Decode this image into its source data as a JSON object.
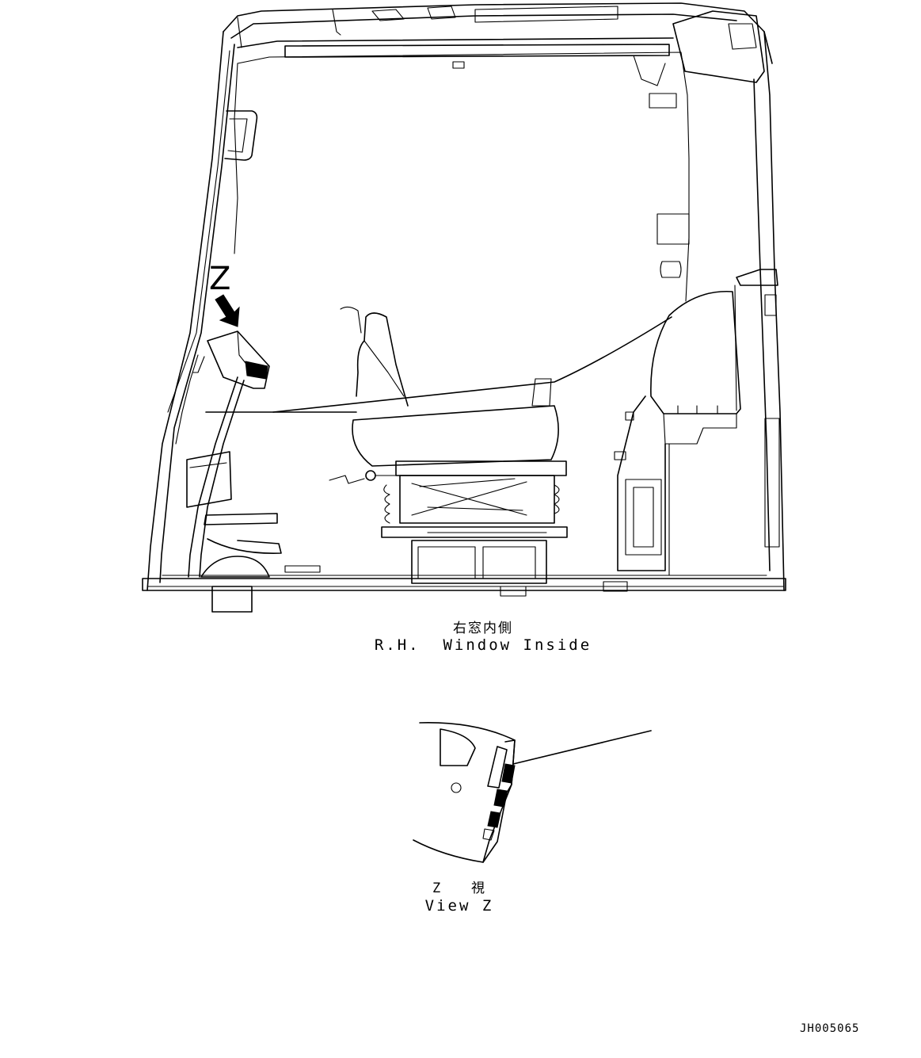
{
  "drawing": {
    "main_view_caption_ja": "右窓内側",
    "main_view_caption_en": "R.H.  Window Inside",
    "detail_view_caption_ja": "Z   視",
    "detail_view_caption_en": "View Z",
    "view_marker": "Z",
    "drawing_number": "JH005065"
  }
}
